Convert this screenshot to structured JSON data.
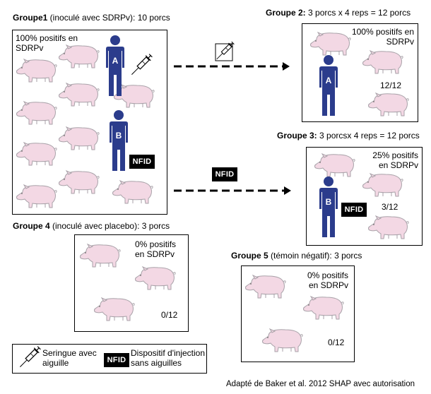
{
  "colors": {
    "pig_fill": "#f3d8e4",
    "pig_stroke": "#a9a2a9",
    "person": "#2b3c8c",
    "black": "#000000"
  },
  "icons": [
    "syringe-icon",
    "person-icon",
    "pig-icon",
    "nfid-badge"
  ],
  "group1": {
    "title_bold": "Groupe1",
    "title_rest": " (inoculé avec SDRPv): 10 porcs",
    "status_line1": "100% positifs en",
    "status_line2": "SDRPv",
    "person_a": "A",
    "person_b": "B",
    "nfid": "NFID"
  },
  "group2": {
    "title_bold": "Groupe 2:",
    "title_rest": " 3 porcs x 4 reps = 12 porcs",
    "status_line1": "100% positifs en",
    "status_line2": "SDRPv",
    "person": "A",
    "ratio": "12/12"
  },
  "group3": {
    "title_bold": "Groupe 3:",
    "title_rest": " 3 porcsx  4 reps = 12 porcs",
    "status_line1": "25% positifs",
    "status_line2": "en SDRPv",
    "person": "B",
    "nfid": "NFID",
    "ratio": "3/12"
  },
  "group4": {
    "title_bold": "Groupe 4",
    "title_rest": " (inoculé avec placebo): 3 porcs",
    "status_line1": "0% positifs",
    "status_line2": "en SDRPv",
    "ratio": "0/12"
  },
  "group5": {
    "title_bold": "Groupe 5",
    "title_rest": " (témoin négatif): 3 porcs",
    "status_line1": "0% positifs",
    "status_line2": "en SDRPv",
    "ratio": "0/12"
  },
  "arrow_nfid": "NFID",
  "legend": {
    "syringe_line1": "Seringue avec",
    "syringe_line2": "aiguille",
    "nfid": "NFID",
    "nfid_line1": "Dispositif d'injection",
    "nfid_line2": "sans aiguilles"
  },
  "credit": "Adapté de Baker et al. 2012 SHAP avec autorisation"
}
